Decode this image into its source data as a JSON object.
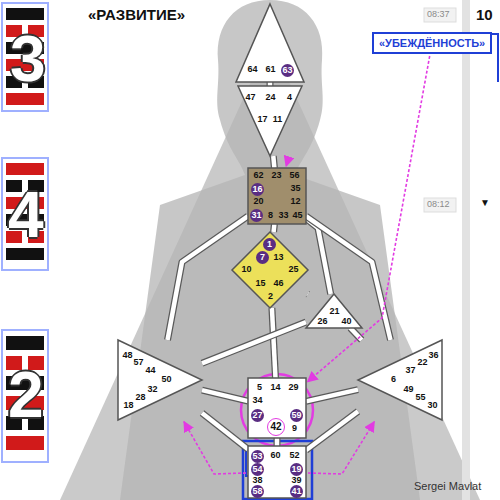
{
  "diagram": {
    "title": "«РАЗВИТИЕ»",
    "nodes": [
      {
        "text": [
          "«УБЕЖДЁННОСТЬ»"
        ]
      },
      {
        "text": [
          "64",
          "61",
          "63"
        ]
      },
      {
        "text": [
          "47",
          "24",
          "4",
          "17",
          "11"
        ]
      },
      {
        "text": [
          "62",
          "23",
          "56",
          "16",
          "35",
          "20",
          "12",
          "31",
          "8",
          "33",
          "45"
        ]
      },
      {
        "text": [
          "1",
          "7",
          "13",
          "10",
          "25",
          "15",
          "46",
          "2"
        ]
      },
      {
        "text": [
          "21",
          "26",
          "40"
        ]
      },
      {
        "text": [
          "48",
          "57",
          "44",
          "50",
          "32",
          "28",
          "18"
        ]
      },
      {
        "text": [
          "36",
          "22",
          "37",
          "6",
          "49",
          "55",
          "30"
        ]
      },
      {
        "text": [
          "5",
          "14",
          "29",
          "34",
          "27",
          "59",
          "42",
          "9"
        ]
      },
      {
        "text": [
          "53",
          "60",
          "52",
          "54",
          "19",
          "38",
          "39",
          "58",
          "41"
        ]
      }
    ],
    "edges": [
      {
        "from": 1,
        "to": 2,
        "arrow": "none"
      },
      {
        "from": 2,
        "to": 3,
        "arrow": "none"
      },
      {
        "from": 3,
        "to": 4,
        "arrow": "none"
      },
      {
        "from": 3,
        "to": 5,
        "arrow": "none"
      },
      {
        "from": 3,
        "to": 6,
        "arrow": "none"
      },
      {
        "from": 3,
        "to": 7,
        "arrow": "none"
      },
      {
        "from": 4,
        "to": 5,
        "arrow": "none"
      },
      {
        "from": 4,
        "to": 8,
        "arrow": "none"
      },
      {
        "from": 5,
        "to": 6,
        "arrow": "none"
      },
      {
        "from": 5,
        "to": 7,
        "arrow": "none"
      },
      {
        "from": 6,
        "to": 8,
        "arrow": "none"
      },
      {
        "from": 6,
        "to": 9,
        "arrow": "none"
      },
      {
        "from": 8,
        "to": 9,
        "arrow": "none"
      },
      {
        "from": 8,
        "to": 7,
        "arrow": "none"
      },
      {
        "from": 7,
        "to": 9,
        "arrow": "none"
      },
      {
        "from": 0,
        "to": 8,
        "arrow": "to"
      },
      {
        "from": 2,
        "to": 3,
        "arrow": "to"
      },
      {
        "from": 9,
        "to": 6,
        "arrow": "to"
      },
      {
        "from": 9,
        "to": 7,
        "arrow": "to"
      }
    ],
    "labels": [
      "10",
      "08:37",
      "08:12",
      "▼",
      "3",
      "4",
      "2",
      "Sergei Mavlat"
    ]
  }
}
